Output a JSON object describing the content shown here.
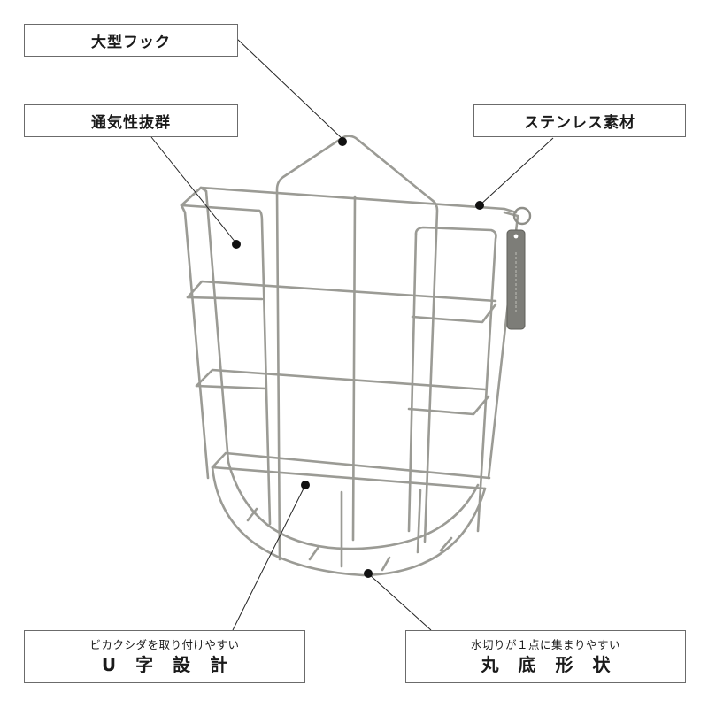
{
  "callouts": [
    {
      "id": "hook",
      "label": "大型フック"
    },
    {
      "id": "ventilation",
      "label": "通気性抜群"
    },
    {
      "id": "material",
      "label": "ステンレス素材"
    },
    {
      "id": "u-shape",
      "sub": "ビカクシダを取り付けやすい",
      "main": "U字設計"
    },
    {
      "id": "round-bottom",
      "sub": "水切りが１点に集まりやすい",
      "main": "丸底形状"
    }
  ],
  "product": {
    "name": "stainless-wire-basket",
    "tag_icon": "metal-name-tag"
  },
  "colors": {
    "wire": "#9a9a94",
    "wire_highlight": "#d8d8d2",
    "box_border": "#6b6b6b",
    "leader": "#222222",
    "tag": "#7d7d78"
  }
}
